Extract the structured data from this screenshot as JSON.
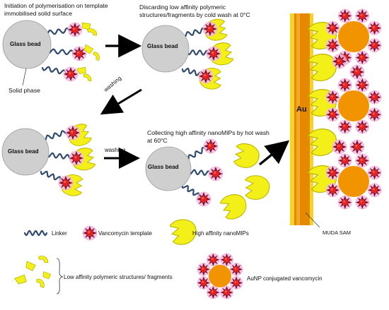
{
  "stages": {
    "s1": {
      "caption": "Initiation of polymerisation on template\nimmobilised solid surface",
      "bead_label": "Glass bead",
      "solid_phase_label": "Solid phase"
    },
    "s2": {
      "caption": "Discarding low affinity polymeric\nstructures/fragments by cold wash at 0°C",
      "bead_label": "Glass bead"
    },
    "s3": {
      "bead_label": "Glass bead"
    },
    "s4": {
      "caption": "Collecting high affinity nanoMIPs by hot wash\nat 60°C",
      "bead_label": "Glass bead"
    }
  },
  "arrows": {
    "washing_diagonal": "washing",
    "washing_horizontal": "washing"
  },
  "surface": {
    "gold_label": "Au",
    "sam_label": "MUDA SAM"
  },
  "legend": {
    "linker": "Linker",
    "template": "Vancomycin template",
    "nanomip": "High affinity nanoMIPs",
    "fragments": "Low affinity polymeric structures/ fragments",
    "aunp": "AuNP conjugated vancomycin"
  },
  "colors": {
    "bead": "#cfcfcf",
    "nanomip": "#f2ef19",
    "template_core": "#e8201e",
    "template_spikes": "#7a1330",
    "template_glow": "#f7b9dd",
    "linker": "#2f4a6e",
    "gold": "#e58a00",
    "aunp": "#f29400"
  }
}
